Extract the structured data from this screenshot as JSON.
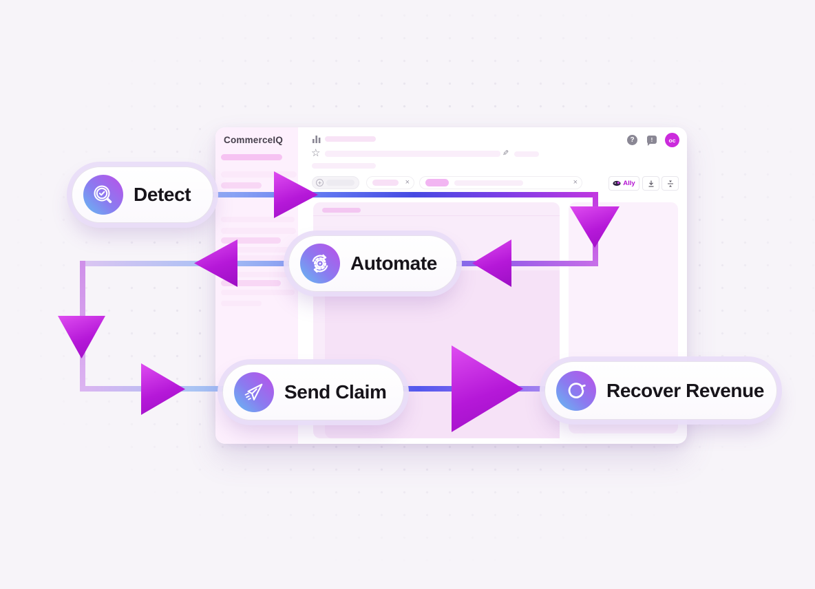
{
  "background": {
    "color": "#f7f4f9",
    "dot_color": "#d9d4e2"
  },
  "flow": {
    "arrow_color": "#b518d8",
    "line_colors": {
      "blue": "#5f74f0",
      "magenta": "#c136e0",
      "lavender": "#dcb4f1"
    },
    "steps": [
      {
        "label": "Detect",
        "icon": "magnifier-check-icon"
      },
      {
        "label": "Automate",
        "icon": "gear-sync-icon"
      },
      {
        "label": "Send Claim",
        "icon": "paper-plane-icon"
      },
      {
        "label": "Recover Revenue",
        "icon": "refresh-icon"
      }
    ]
  },
  "app_window": {
    "logo": "CommerceIQ",
    "top_right": {
      "help_glyph": "?",
      "feedback_glyph": "!",
      "avatar_initials": "oc"
    },
    "header_icons": [
      "bar-chart-icon",
      "star-icon",
      "pencil-icon"
    ],
    "toolbar": {
      "ally_label": "Ally",
      "icons": [
        "ally-mascot-icon",
        "download-icon",
        "align-center-icon"
      ]
    },
    "filter_chips": [
      {
        "icon": "plus-circle-icon",
        "close": ""
      },
      {
        "icon": "",
        "close": "×"
      },
      {
        "icon": "",
        "close": "×"
      }
    ]
  }
}
